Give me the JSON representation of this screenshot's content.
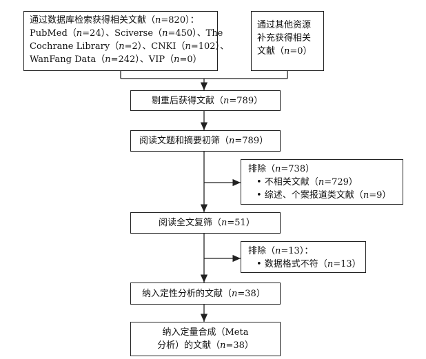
{
  "search": {
    "lines": [
      {
        "pre": "通过数据库检索获得相关文献（",
        "n": "n",
        "post": "=820）："
      },
      {
        "pre": "PubMed（",
        "n": "n",
        "post": "=24）、Sciverse（",
        "n2": "n",
        "post2": "=450）、The"
      },
      {
        "pre": "Cochrane Library（",
        "n": "n",
        "post": "=2）、CNKI（",
        "n2": "n",
        "post2": "=102）、"
      },
      {
        "pre": "WanFang Data（",
        "n": "n",
        "post": "=242）、VIP（",
        "n2": "n",
        "post2": "=0）"
      }
    ]
  },
  "other": {
    "lines": [
      {
        "pre": "通过其他资源"
      },
      {
        "pre": "补充获得相关"
      },
      {
        "pre": "文献（",
        "n": "n",
        "post": "=0）"
      }
    ]
  },
  "dedup": {
    "pre": "剔重后获得文献（",
    "n": "n",
    "post": "=789）"
  },
  "screen": {
    "pre": "阅读文题和摘要初筛（",
    "n": "n",
    "post": "=789）"
  },
  "excl1": {
    "lines": [
      {
        "pre": "排除（",
        "n": "n",
        "post": "=738）"
      },
      {
        "pre": "• 不相关文献（",
        "n": "n",
        "post": "=729）"
      },
      {
        "pre": "• 综述、个案报道类文献（",
        "n": "n",
        "post": "=9）"
      }
    ]
  },
  "fulltext": {
    "pre": "阅读全文复筛（",
    "n": "n",
    "post": "=51）"
  },
  "excl2": {
    "lines": [
      {
        "pre": "排除（",
        "n": "n",
        "post": "=13）："
      },
      {
        "pre": "• 数据格式不符（",
        "n": "n",
        "post": "=13）"
      }
    ]
  },
  "qual": {
    "pre": "纳入定性分析的文献（",
    "n": "n",
    "post": "=38）"
  },
  "quant": {
    "lines": [
      {
        "pre": "纳入定量合成（Meta"
      },
      {
        "pre": "分析）的文献（",
        "n": "n",
        "post": "=38）"
      }
    ]
  }
}
